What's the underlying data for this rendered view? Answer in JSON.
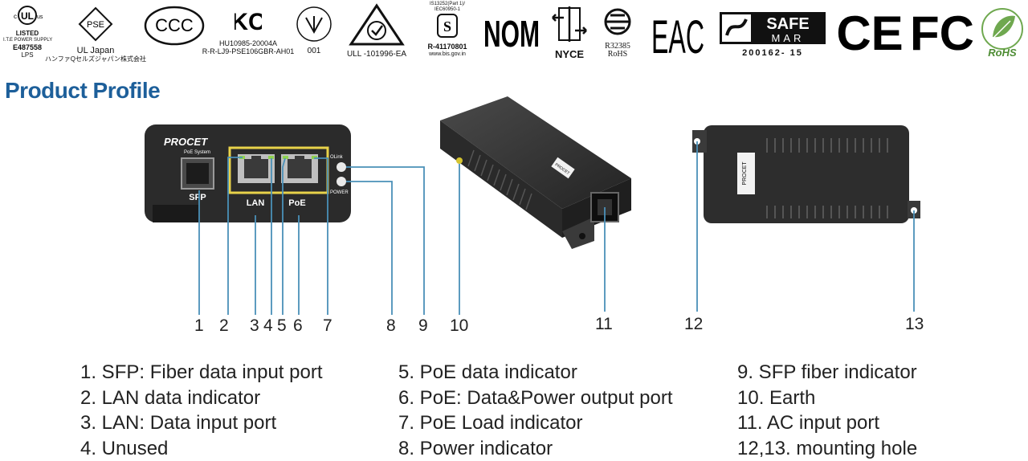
{
  "certifications": [
    {
      "id": "ul-listed",
      "main": "LISTED",
      "lines": [
        "I.T.E POWER SUPPLY",
        "E487558",
        "LPS"
      ],
      "small": "c UL us"
    },
    {
      "id": "ul-japan",
      "main": "PSE",
      "lines": [
        "UL Japan",
        "ハンファQセルズジャパン株式会社"
      ]
    },
    {
      "id": "ccc",
      "main": "CCC",
      "lines": []
    },
    {
      "id": "kc",
      "main": "KC",
      "lines": [
        "HU10985-20004A",
        "R-R-LJ9-PSE106GBR-AH01"
      ]
    },
    {
      "id": "ukraine",
      "main": "",
      "lines": [
        "001"
      ]
    },
    {
      "id": "rcm",
      "main": "",
      "lines": [
        "ULL -101996-EA"
      ]
    },
    {
      "id": "bis",
      "main": "",
      "lines": [
        "IS13252(Part 1)/",
        "IEC60950-1",
        "R-41170801",
        "www.bis.gov.in"
      ]
    },
    {
      "id": "nom",
      "main": "NOM",
      "lines": []
    },
    {
      "id": "nyce",
      "main": "",
      "lines": [
        "NYCE"
      ]
    },
    {
      "id": "bsmi",
      "main": "",
      "lines": [
        "R32385",
        "RoHS"
      ]
    },
    {
      "id": "eac",
      "main": "EAC",
      "lines": []
    },
    {
      "id": "safe-mar",
      "main": "SAFE",
      "sub": "MAR",
      "lines": [
        "200162- 15"
      ]
    },
    {
      "id": "ce",
      "main": "CE",
      "lines": []
    },
    {
      "id": "fc",
      "main": "FC",
      "lines": []
    },
    {
      "id": "rohs",
      "main": "",
      "lines": [
        "RoHS"
      ]
    }
  ],
  "title": "Product Profile",
  "device_front": {
    "brand": "PROCET",
    "brand_sub": "PoE System",
    "sfp_label": "SFP",
    "lan_label": "LAN",
    "poe_label": "PoE",
    "olink_label": "OLink",
    "power_label": "POWER"
  },
  "device_top": {
    "brand": "PROCET"
  },
  "device_side": {
    "brand": "PROCET"
  },
  "callout_numbers": [
    "1",
    "2",
    "3",
    "4",
    "5",
    "6",
    "7",
    "8",
    "9",
    "10",
    "11",
    "12",
    "13"
  ],
  "legend": {
    "col1": [
      "1. SFP: Fiber data input port",
      "2. LAN data indicator",
      "3. LAN: Data input port",
      "4. Unused"
    ],
    "col2": [
      "5. PoE data indicator",
      "6. PoE: Data&Power output port",
      "7. PoE Load indicator",
      "8. Power indicator"
    ],
    "col3": [
      "9. SFP fiber indicator",
      "10. Earth",
      "11. AC input port",
      "12,13. mounting hole"
    ]
  },
  "colors": {
    "title": "#1d5f9a",
    "callout_line": "#4a90b8",
    "port_frame": "#e8d24a",
    "led": "#8fd14f",
    "device": "#2b2b2b"
  }
}
